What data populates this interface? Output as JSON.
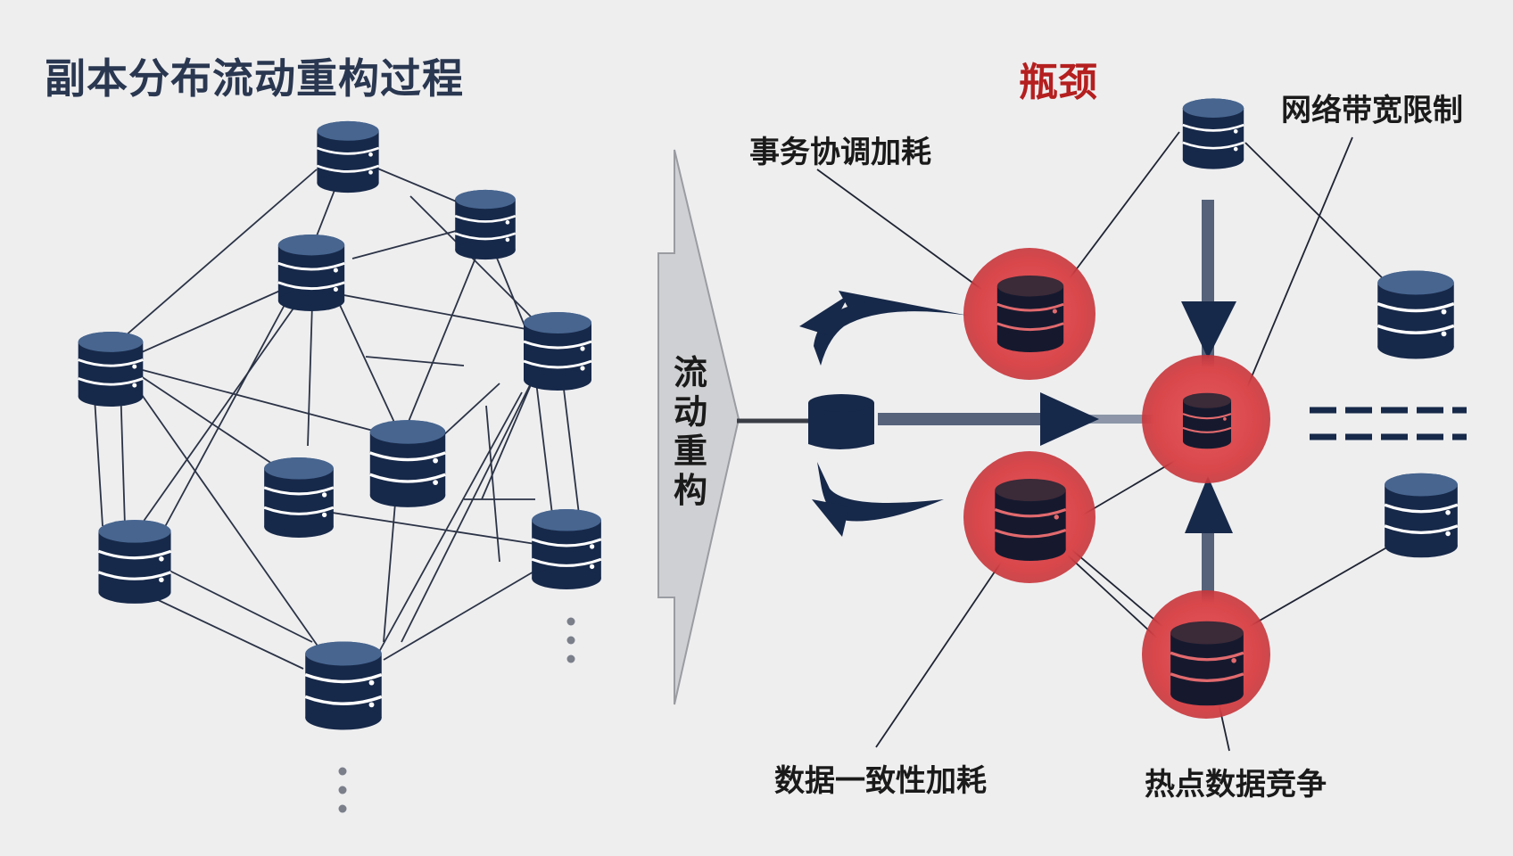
{
  "left_panel": {
    "title": "副本分布流动重构过程"
  },
  "arrow": {
    "label": "流动重构"
  },
  "right_panel": {
    "title": "瓶颈",
    "labels": {
      "transaction_coordination": "事务协调加耗",
      "bandwidth_limit": "网络带宽限制",
      "data_consistency": "数据一致性加耗",
      "hotspot_contention": "热点数据竞争"
    }
  },
  "colors": {
    "node": "#17294a",
    "node_light": "#3c5a86",
    "bottleneck_red": "#d9474b",
    "title_red": "#b51f1f",
    "line": "#2b3346"
  },
  "icons": [
    "database-icon",
    "ellipsis-icon",
    "arrow-icon"
  ]
}
